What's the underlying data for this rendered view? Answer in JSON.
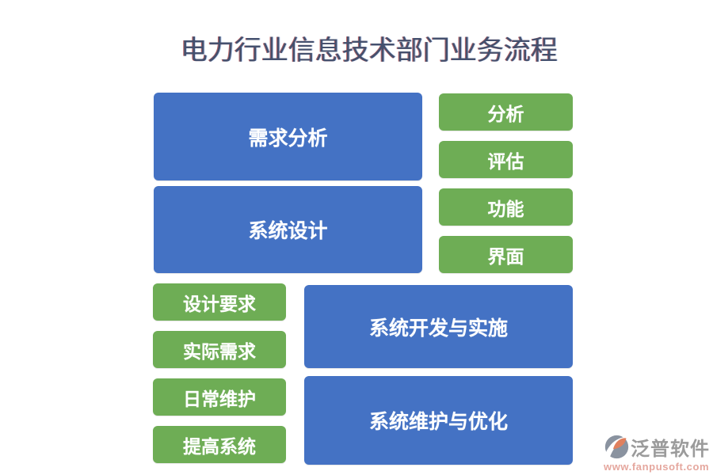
{
  "title": {
    "text": "电力行业信息技术部门业务流程"
  },
  "diagram": {
    "type": "business-process-flow",
    "blue_blocks": [
      {
        "id": "requirements-analysis",
        "label": "需求分析"
      },
      {
        "id": "system-design",
        "label": "系统设计"
      },
      {
        "id": "system-development-implementation",
        "label": "系统开发与实施"
      },
      {
        "id": "system-maintenance-optimization",
        "label": "系统维护与优化"
      }
    ],
    "green_blocks_right": [
      {
        "label": "分析"
      },
      {
        "label": "评估"
      },
      {
        "label": "功能"
      },
      {
        "label": "界面"
      }
    ],
    "green_blocks_left": [
      {
        "label": "设计要求"
      },
      {
        "label": "实际需求"
      },
      {
        "label": "日常维护"
      },
      {
        "label": "提高系统"
      }
    ]
  },
  "colors": {
    "block_blue": "#4472C4",
    "block_green": "#6EAD55",
    "title_text": "#44506E",
    "watermark_gray": "#9B9B9B",
    "watermark_link": "#E5A79E",
    "logo_leaf_orange": "#E0805E"
  },
  "watermark": {
    "brand": "泛普软件",
    "url": "www.fanpusoft.com",
    "icon": "fanpu-logo-icon"
  }
}
